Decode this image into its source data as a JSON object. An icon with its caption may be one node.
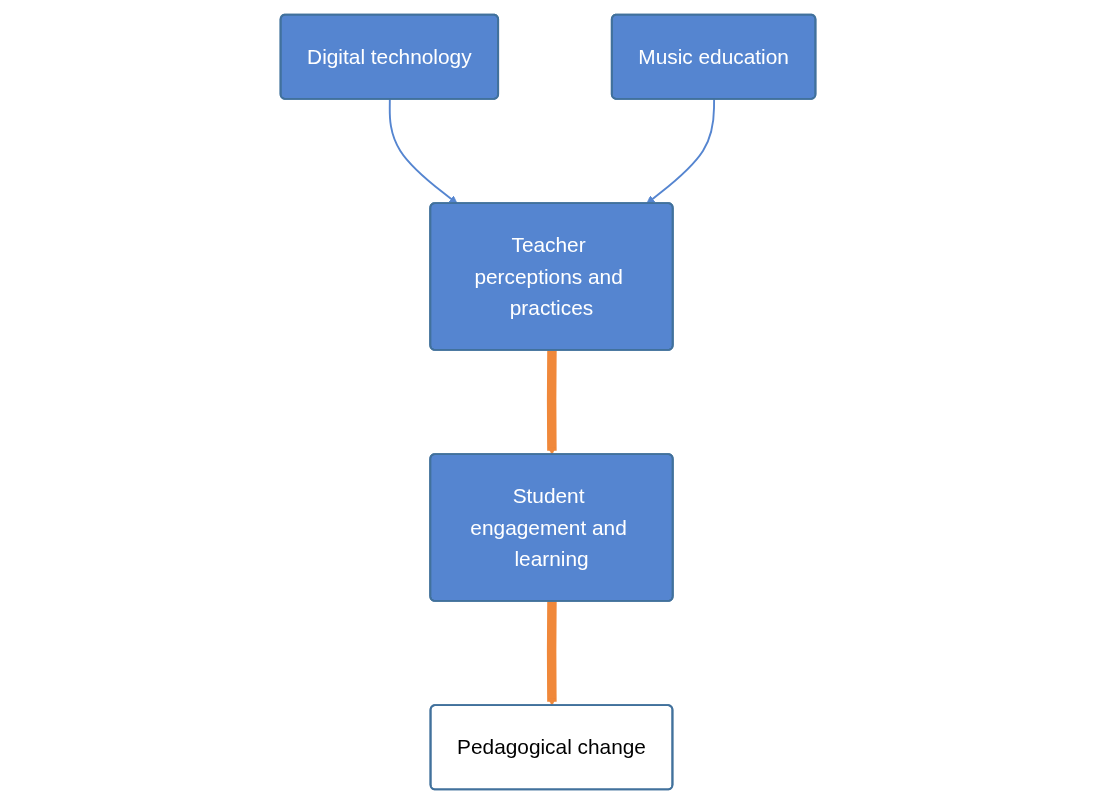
{
  "diagram": {
    "nodes": [
      {
        "text": [
          "Digital technology"
        ]
      },
      {
        "text": [
          "Music education"
        ]
      },
      {
        "text": [
          "Teacher perceptions and practices"
        ]
      },
      {
        "text": [
          "Student engagement and learning"
        ]
      },
      {
        "text": [
          "Pedagogical change"
        ]
      }
    ],
    "edges": [
      {
        "from": 0,
        "to": 2,
        "arrow": "to"
      },
      {
        "from": 1,
        "to": 2,
        "arrow": "to"
      },
      {
        "from": 2,
        "to": 3,
        "arrow": "to",
        "style": "thick",
        "color": "#f0883a"
      },
      {
        "from": 3,
        "to": 4,
        "arrow": "to",
        "style": "thick",
        "color": "#f0883a"
      }
    ]
  }
}
